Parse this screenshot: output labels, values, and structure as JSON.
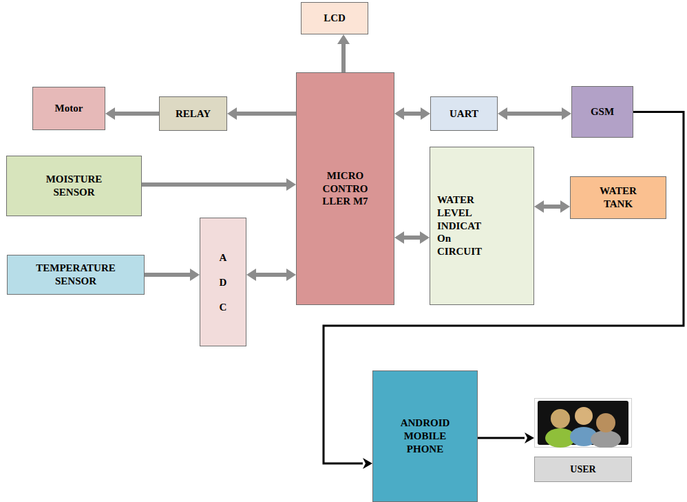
{
  "diagram": {
    "nodes": [
      {
        "text": [
          "LCD"
        ]
      },
      {
        "text": [
          "Motor"
        ]
      },
      {
        "text": [
          "RELAY"
        ]
      },
      {
        "text": [
          "MICRO CONTRO LLER M7"
        ]
      },
      {
        "text": [
          "UART"
        ]
      },
      {
        "text": [
          "GSM"
        ]
      },
      {
        "text": [
          "MOISTURE SENSOR"
        ]
      },
      {
        "text": [
          "WATER LEVEL INDICAT On CIRCUIT"
        ]
      },
      {
        "text": [
          "WATER TANK"
        ]
      },
      {
        "text": [
          "TEMPERATURE SENSOR"
        ]
      },
      {
        "text": [
          "A D C"
        ]
      },
      {
        "text": [
          "ANDROID MOBILE PHONE"
        ]
      },
      {
        "text": [
          "USER"
        ]
      }
    ],
    "edges": [
      {
        "from": 3,
        "to": 0,
        "arrow": "to"
      },
      {
        "from": 3,
        "to": 2,
        "arrow": "to"
      },
      {
        "from": 2,
        "to": 1,
        "arrow": "to"
      },
      {
        "from": 3,
        "to": 4,
        "arrow": "both"
      },
      {
        "from": 4,
        "to": 5,
        "arrow": "both"
      },
      {
        "from": 6,
        "to": 3,
        "arrow": "to"
      },
      {
        "from": 7,
        "to": 3,
        "arrow": "both"
      },
      {
        "from": 7,
        "to": 8,
        "arrow": "both"
      },
      {
        "from": 9,
        "to": 10,
        "arrow": "to"
      },
      {
        "from": 10,
        "to": 3,
        "arrow": "both"
      },
      {
        "from": 5,
        "to": 11,
        "arrow": "to"
      },
      {
        "from": 11,
        "to": 12,
        "arrow": "to"
      }
    ]
  }
}
